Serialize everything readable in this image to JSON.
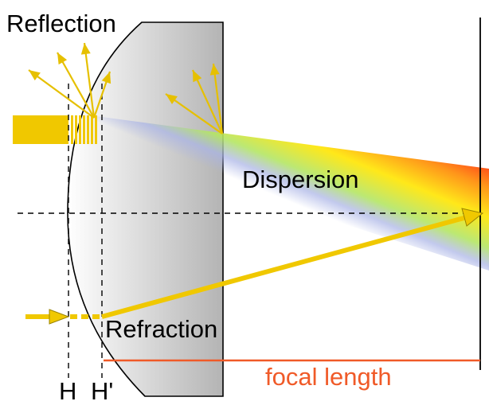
{
  "labels": {
    "reflection": "Reflection",
    "dispersion": "Dispersion",
    "refraction": "Refraction",
    "focal_length": "focal length",
    "principal_plane_h": "H",
    "principal_plane_h_prime": "H'"
  },
  "colors": {
    "beam": "#f0c800",
    "arrow_gold": "#e6c000",
    "focal_line": "#f05a28",
    "lens_edge": "#000000",
    "lens_fill_light": "#ffffff",
    "lens_fill_dark": "#b4b4b4",
    "dispersion_red": "#ff2a00",
    "dispersion_orange": "#ff8a00",
    "dispersion_yellow": "#ffe600",
    "dispersion_green": "#b4e664",
    "dispersion_blue": "#aab4e6"
  }
}
